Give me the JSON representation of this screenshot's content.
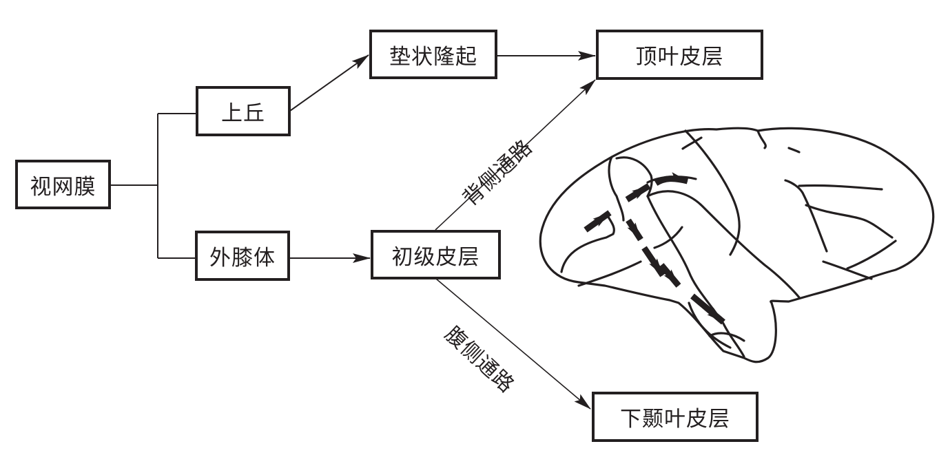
{
  "diagram": {
    "type": "visual-pathway-flowchart",
    "nodes": {
      "retina": "视网膜",
      "superior_colliculus": "上丘",
      "lgn": "外膝体",
      "pulvinar": "垫状隆起",
      "primary_cortex": "初级皮层",
      "parietal_cortex": "顶叶皮层",
      "inferotemporal_cortex": "下颞叶皮层"
    },
    "path_labels": {
      "dorsal": "背侧通路",
      "ventral": "腹侧通路"
    },
    "edges": [
      {
        "from": "retina",
        "to": "superior_colliculus",
        "style": "bracket"
      },
      {
        "from": "retina",
        "to": "lgn",
        "style": "bracket"
      },
      {
        "from": "superior_colliculus",
        "to": "pulvinar",
        "style": "arrow"
      },
      {
        "from": "pulvinar",
        "to": "parietal_cortex",
        "style": "arrow"
      },
      {
        "from": "lgn",
        "to": "primary_cortex",
        "style": "arrow"
      },
      {
        "from": "primary_cortex",
        "to": "parietal_cortex",
        "style": "arrow",
        "label": "dorsal"
      },
      {
        "from": "primary_cortex",
        "to": "inferotemporal_cortex",
        "style": "arrow",
        "label": "ventral"
      }
    ],
    "illustration": "brain-lateral-view-with-pathway-arrows"
  }
}
